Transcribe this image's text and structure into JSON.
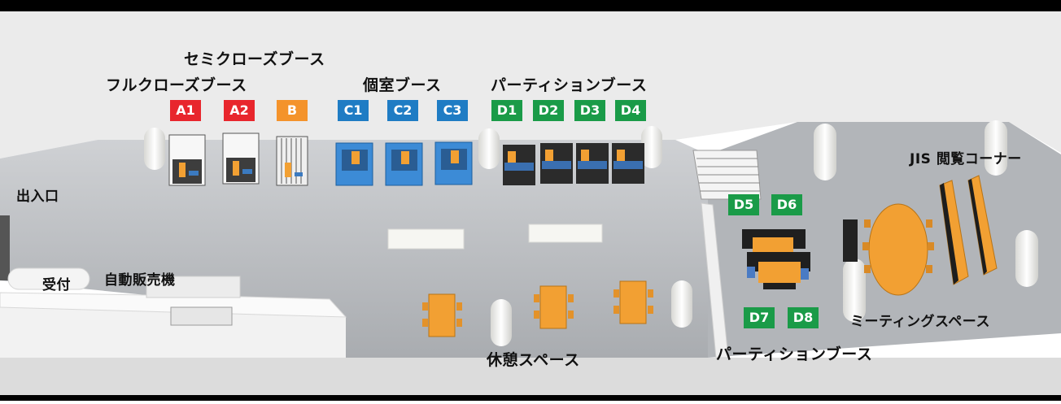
{
  "colors": {
    "red": "#e8262d",
    "orange": "#f4932b",
    "blue": "#1f7cc4",
    "green": "#1a9b48",
    "furniture_orange": "#f2a033",
    "floor": "#b9bcc0"
  },
  "labels": {
    "entrance": "出入口",
    "reception": "受付",
    "vending": "自動販売機",
    "semi_closed_booth": "セミクローズブース",
    "full_closed_booth": "フルクローズブース",
    "private_booth": "個室ブース",
    "partition_booth_top": "パーティションブース",
    "partition_booth_bottom": "パーティションブース",
    "jis_corner": "JIS 閲覧コーナー",
    "meeting_space": "ミーティングスペース",
    "rest_space": "休憩スペース"
  },
  "tags": {
    "A1": "A1",
    "A2": "A2",
    "B": "B",
    "C1": "C1",
    "C2": "C2",
    "C3": "C3",
    "D1": "D1",
    "D2": "D2",
    "D3": "D3",
    "D4": "D4",
    "D5": "D5",
    "D6": "D6",
    "D7": "D7",
    "D8": "D8"
  }
}
